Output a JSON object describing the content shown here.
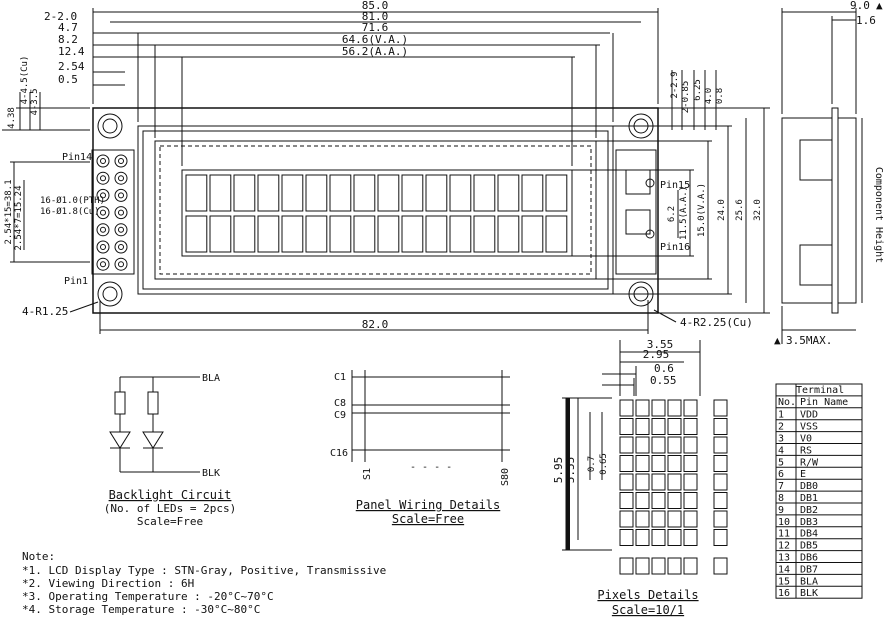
{
  "top_dims": {
    "overall": "85.0",
    "pitch_holes": "81.0",
    "label_2_20": "2-2.0",
    "label_4_7": "4.7",
    "label_8_2": "8.2",
    "label_12_4": "12.4",
    "label_0_5": "0.5",
    "label_2_54": "2.54",
    "label_71_6": "71.6",
    "label_64_6": "64.6(V.A.)",
    "label_56_2": "56.2(A.A.)",
    "bottom_82": "82.0"
  },
  "left_dims": {
    "d4_38": "4.38",
    "d4_4_5": "4-4.5(Cu)",
    "d4_3_5": "4-3.5",
    "pitch": "2.54*15=38.1",
    "pitch_short": "2.54*7=15.24",
    "hole_pth": "16-Ø1.0(PTH)",
    "hole_cu": "16-Ø1.8(Cu)",
    "radius": "4-R1.25"
  },
  "right_dims": {
    "v29": "2-2.9",
    "v085": "2-0.85",
    "v625": "6.25",
    "v40": "4.0",
    "v08": "0.8",
    "aa": "11.5(A.A.)",
    "va": "15.0(V.A.)",
    "v62": "6.2",
    "v240": "24.0",
    "v256": "25.6",
    "v320": "32.0",
    "radius": "4-R2.25(Cu)"
  },
  "pins": {
    "pin1": "Pin1",
    "pin14": "Pin14",
    "pin15": "Pin15",
    "pin16": "Pin16"
  },
  "side": {
    "thickness": "9.0",
    "thickness_flag": "▲",
    "pcb": "1.6",
    "component_height": "Component Height",
    "max_label": "3.5MAX.",
    "max_flag": "▲"
  },
  "backlight": {
    "bla": "BLA",
    "blk": "BLK",
    "title": "Backlight Circuit",
    "subtitle": "(No. of LEDs = 2pcs)",
    "scale": "Scale=Free"
  },
  "panel": {
    "c1": "C1",
    "c8": "C8",
    "c9": "C9",
    "c16": "C16",
    "s1": "S1",
    "s80": "S80",
    "dashes": "- - - -",
    "title": "Panel Wiring Details",
    "scale": "Scale=Free"
  },
  "pixels": {
    "d355": "3.55",
    "d295": "2.95",
    "d06": "0.6",
    "d055": "0.55",
    "d595": "5.95",
    "d555": "5.55",
    "d07": "0.7",
    "d065": "0.65",
    "title": "Pixels Details",
    "scale": "Scale=10/1"
  },
  "terminal": {
    "title": "Terminal",
    "col_no": "No.",
    "col_name": "Pin Name",
    "rows": [
      {
        "no": "1",
        "name": "VDD"
      },
      {
        "no": "2",
        "name": "VSS"
      },
      {
        "no": "3",
        "name": "V0"
      },
      {
        "no": "4",
        "name": "RS"
      },
      {
        "no": "5",
        "name": "R/W"
      },
      {
        "no": "6",
        "name": "E"
      },
      {
        "no": "7",
        "name": "DB0"
      },
      {
        "no": "8",
        "name": "DB1"
      },
      {
        "no": "9",
        "name": "DB2"
      },
      {
        "no": "10",
        "name": "DB3"
      },
      {
        "no": "11",
        "name": "DB4"
      },
      {
        "no": "12",
        "name": "DB5"
      },
      {
        "no": "13",
        "name": "DB6"
      },
      {
        "no": "14",
        "name": "DB7"
      },
      {
        "no": "15",
        "name": "BLA"
      },
      {
        "no": "16",
        "name": "BLK"
      }
    ]
  },
  "notes": {
    "title": "Note:",
    "n1": "*1. LCD Display Type : STN-Gray, Positive, Transmissive",
    "n2": "*2. Viewing Direction : 6H",
    "n3": "*3. Operating Temperature : -20°C~70°C",
    "n4": "*4. Storage Temperature : -30°C~80°C"
  }
}
